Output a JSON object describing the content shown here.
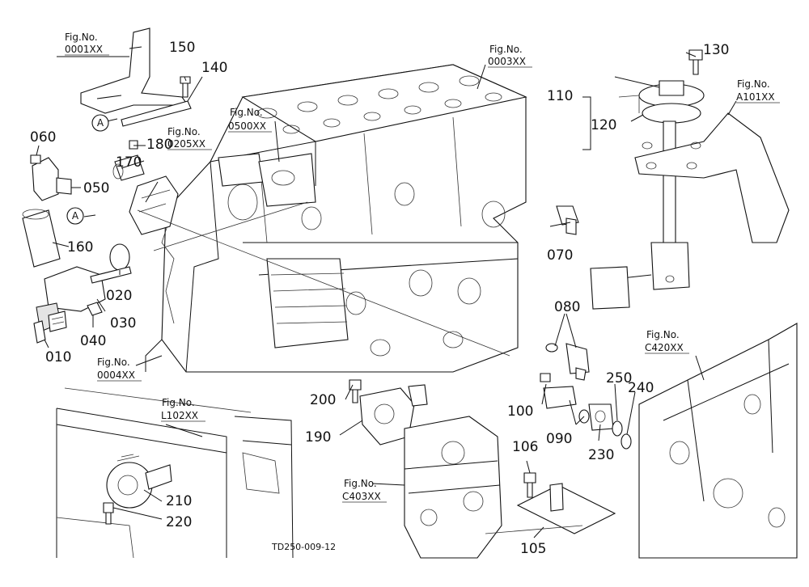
{
  "part_numbers": {
    "p010": "010",
    "p020": "020",
    "p030": "030",
    "p040": "040",
    "p050": "050",
    "p060": "060",
    "p070": "070",
    "p080": "080",
    "p090": "090",
    "p100": "100",
    "p105": "105",
    "p106": "106",
    "p110": "110",
    "p120": "120",
    "p130": "130",
    "p140": "140",
    "p150": "150",
    "p160": "160",
    "p170": "170",
    "p180": "180",
    "p190": "190",
    "p200": "200",
    "p210": "210",
    "p220": "220",
    "p230": "230",
    "p240": "240",
    "p250": "250"
  },
  "fig_refs": {
    "label": "Fig.No.",
    "f0001": "0001XX",
    "f0003": "0003XX",
    "f0500": "0500XX",
    "f0205": "0205XX",
    "f0004": "0004XX",
    "fA101": "A101XX",
    "fC420": "C420XX",
    "fL102": "L102XX",
    "fC403": "C403XX"
  },
  "callouts": {
    "ref_a": "A"
  },
  "drawing_code": "TD250-009-12"
}
